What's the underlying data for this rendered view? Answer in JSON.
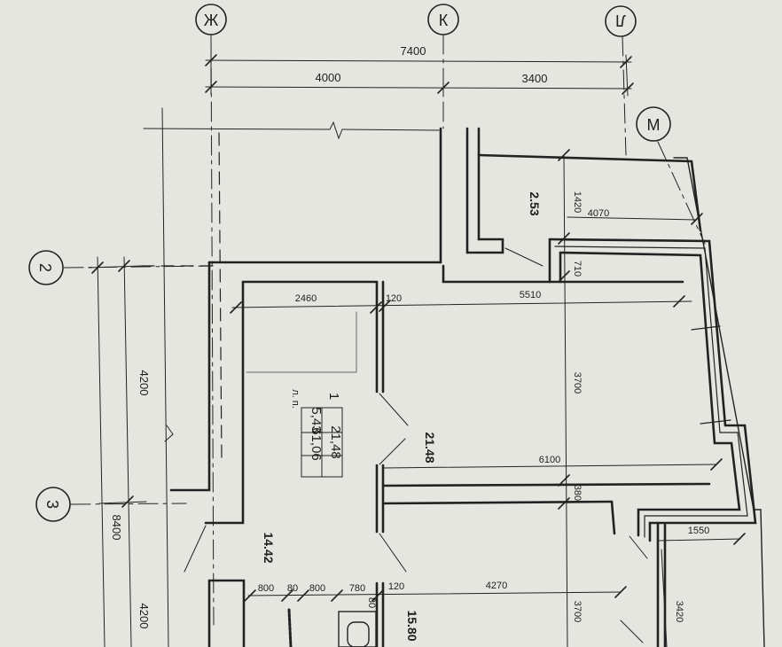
{
  "axes": {
    "zh": "Ж",
    "k": "К",
    "l": "Л",
    "m": "М",
    "two": "2",
    "three": "3"
  },
  "dimensions": {
    "d7400": "7400",
    "d4000": "4000",
    "d3400": "3400",
    "d4200a": "4200",
    "d4200b": "4200",
    "d8400": "8400",
    "d1420": "1420",
    "d4070": "4070",
    "d710": "710",
    "d2460": "2460",
    "d120a": "120",
    "d5510": "5510",
    "d3700a": "3700",
    "d6100": "6100",
    "d380": "380",
    "d1550": "1550",
    "d3420": "3420",
    "d800a": "800",
    "d80a": "80",
    "d800b": "800",
    "d780": "780",
    "d80b": "80",
    "d120b": "120",
    "d4270": "4270",
    "d3700b": "3700"
  },
  "rooms": {
    "r253": "2.53",
    "r2148": "21.48",
    "r1442": "14.42",
    "r1580": "15.80"
  },
  "stamp": {
    "count": "1",
    "prefix": "л. п.",
    "v1": "21,48",
    "v2": "61,06",
    "v3": "5,43"
  }
}
